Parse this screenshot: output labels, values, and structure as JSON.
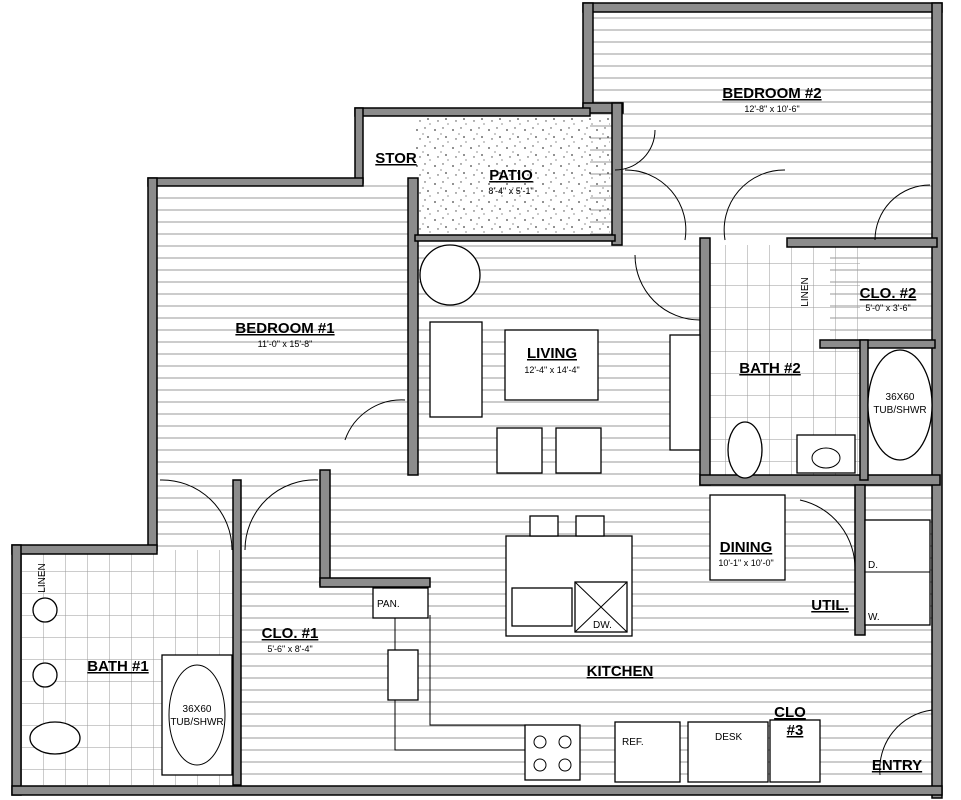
{
  "rooms": {
    "bedroom2": {
      "name": "BEDROOM #2",
      "size": "12'-8\" x 10'-6\""
    },
    "stor": {
      "name": "STOR"
    },
    "patio": {
      "name": "PATIO",
      "size": "8'-4\" x 5'-1\""
    },
    "bedroom1": {
      "name": "BEDROOM #1",
      "size": "11'-0\" x 15'-8\""
    },
    "living": {
      "name": "LIVING",
      "size": "12'-4\" x 14'-4\""
    },
    "bath2": {
      "name": "BATH #2"
    },
    "clo2": {
      "name": "CLO. #2",
      "size": "5'-0\" x 3'-6\""
    },
    "linen2": {
      "name": "LINEN"
    },
    "tub2": {
      "line1": "36X60",
      "line2": "TUB/SHWR"
    },
    "dining": {
      "name": "DINING",
      "size": "10'-1\" x 10'-0\""
    },
    "util": {
      "name": "UTIL.",
      "dryer": "D.",
      "washer": "W."
    },
    "kitchen": {
      "name": "KITCHEN",
      "pantry": "PAN.",
      "dishwasher": "DW.",
      "fridge": "REF.",
      "desk": "DESK"
    },
    "clo3": {
      "name": "CLO",
      "num": "#3"
    },
    "entry": {
      "name": "ENTRY"
    },
    "bath1": {
      "name": "BATH #1"
    },
    "linen1": {
      "name": "LINEN"
    },
    "tub1": {
      "line1": "36X60",
      "line2": "TUB/SHWR"
    },
    "clo1": {
      "name": "CLO. #1",
      "size": "5'-6\" x 8'-4\""
    }
  }
}
